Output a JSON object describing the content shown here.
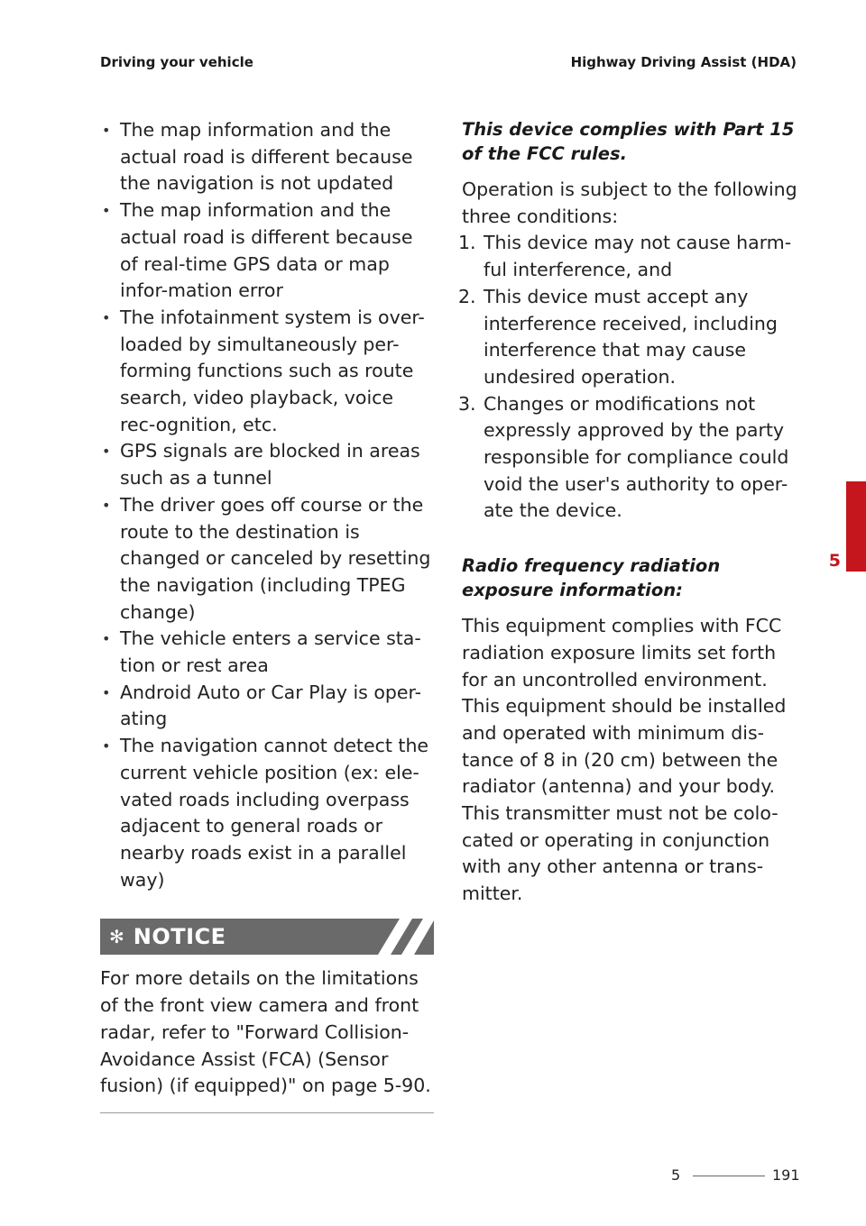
{
  "header": {
    "left": "Driving your vehicle",
    "right": "Highway Driving Assist (HDA)"
  },
  "left_column": {
    "bullets": [
      "The map information and the actual road is different because the navigation is not updated",
      "The map information and the actual road is different because of real-time GPS data or map infor-mation error",
      "The infotainment system is over-loaded by simultaneously per-forming functions such as route search, video playback, voice rec-ognition, etc.",
      "GPS signals are blocked in areas such as a tunnel",
      "The driver goes off course or the route to the destination is changed or canceled by resetting the navigation (including TPEG change)",
      "The vehicle enters a service sta-tion or rest area",
      "Android Auto or Car Play is oper-ating",
      "The navigation cannot detect the current vehicle position (ex: ele-vated roads including overpass adjacent to general roads or nearby roads exist in a parallel way)"
    ],
    "notice": {
      "mark": "✻",
      "title": "NOTICE",
      "text": "For more details on the limitations of the front view camera and front radar, refer to \"Forward Collision-Avoidance Assist (FCA) (Sensor fusion) (if equipped)\" on page 5-90."
    }
  },
  "right_column": {
    "fcc_heading": "This device complies with Part 15 of the FCC rules.",
    "fcc_intro": "Operation is subject to the following three conditions:",
    "conditions": [
      {
        "num": "1.",
        "text": "This device may not cause harm-ful interference, and"
      },
      {
        "num": "2.",
        "text": "This device must accept any interference received, including interference that may cause undesired operation."
      },
      {
        "num": "3.",
        "text": "Changes or modifications not expressly approved by the party responsible for compliance could void the user's authority to oper-ate the device."
      }
    ],
    "rf_heading": "Radio frequency radiation exposure information:",
    "rf_text": "This equipment complies with FCC radiation exposure limits set forth for an uncontrolled environment. This equipment should be installed and operated with minimum dis-tance of 8 in (20 cm) between the radiator (antenna) and your body. This transmitter must not be colo-cated or operating in conjunction with any other antenna or trans-mitter."
  },
  "side_tab": {
    "chapter": "5",
    "color": "#c4161c"
  },
  "footer": {
    "chapter": "5",
    "page": "191"
  }
}
